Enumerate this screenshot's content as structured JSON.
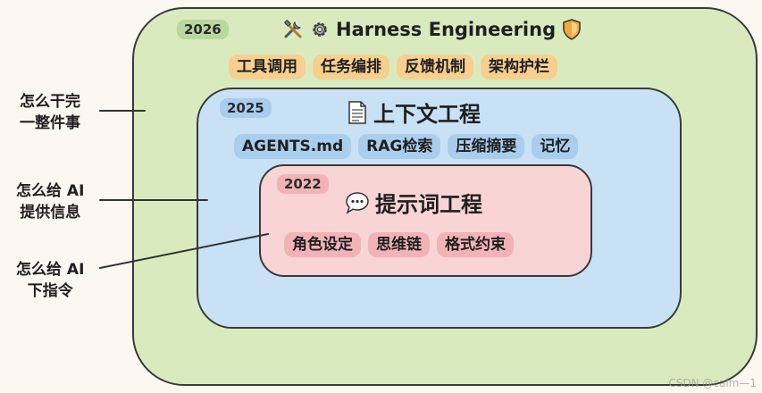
{
  "layers": {
    "outer": {
      "year": "2026",
      "title": "Harness Engineering",
      "chips": [
        "工具调用",
        "任务编排",
        "反馈机制",
        "架构护栏"
      ],
      "icons": [
        "tools-icon",
        "gear-icon",
        "shield-icon"
      ]
    },
    "middle": {
      "year": "2025",
      "title": "上下文工程",
      "chips": [
        "AGENTS.md",
        "RAG检索",
        "压缩摘要",
        "记忆"
      ],
      "icons": [
        "document-icon"
      ]
    },
    "inner": {
      "year": "2022",
      "title": "提示词工程",
      "chips": [
        "角色设定",
        "思维链",
        "格式约束"
      ],
      "icons": [
        "speech-bubble-icon"
      ]
    }
  },
  "side_labels": [
    {
      "line1": "怎么干完",
      "line2": "一整件事"
    },
    {
      "line1": "怎么给 AI",
      "line2": "提供信息"
    },
    {
      "line1": "怎么给 AI",
      "line2": "下指令"
    }
  ],
  "colors": {
    "outer_fill": "#d9ebbe",
    "middle_fill": "#c9e1f5",
    "inner_fill": "#f9d4d5",
    "outer_chip": "#f7cf8e",
    "middle_chip": "#a9cdec",
    "inner_chip": "#f2b3b6"
  },
  "watermark": "CSDN @calm—1"
}
